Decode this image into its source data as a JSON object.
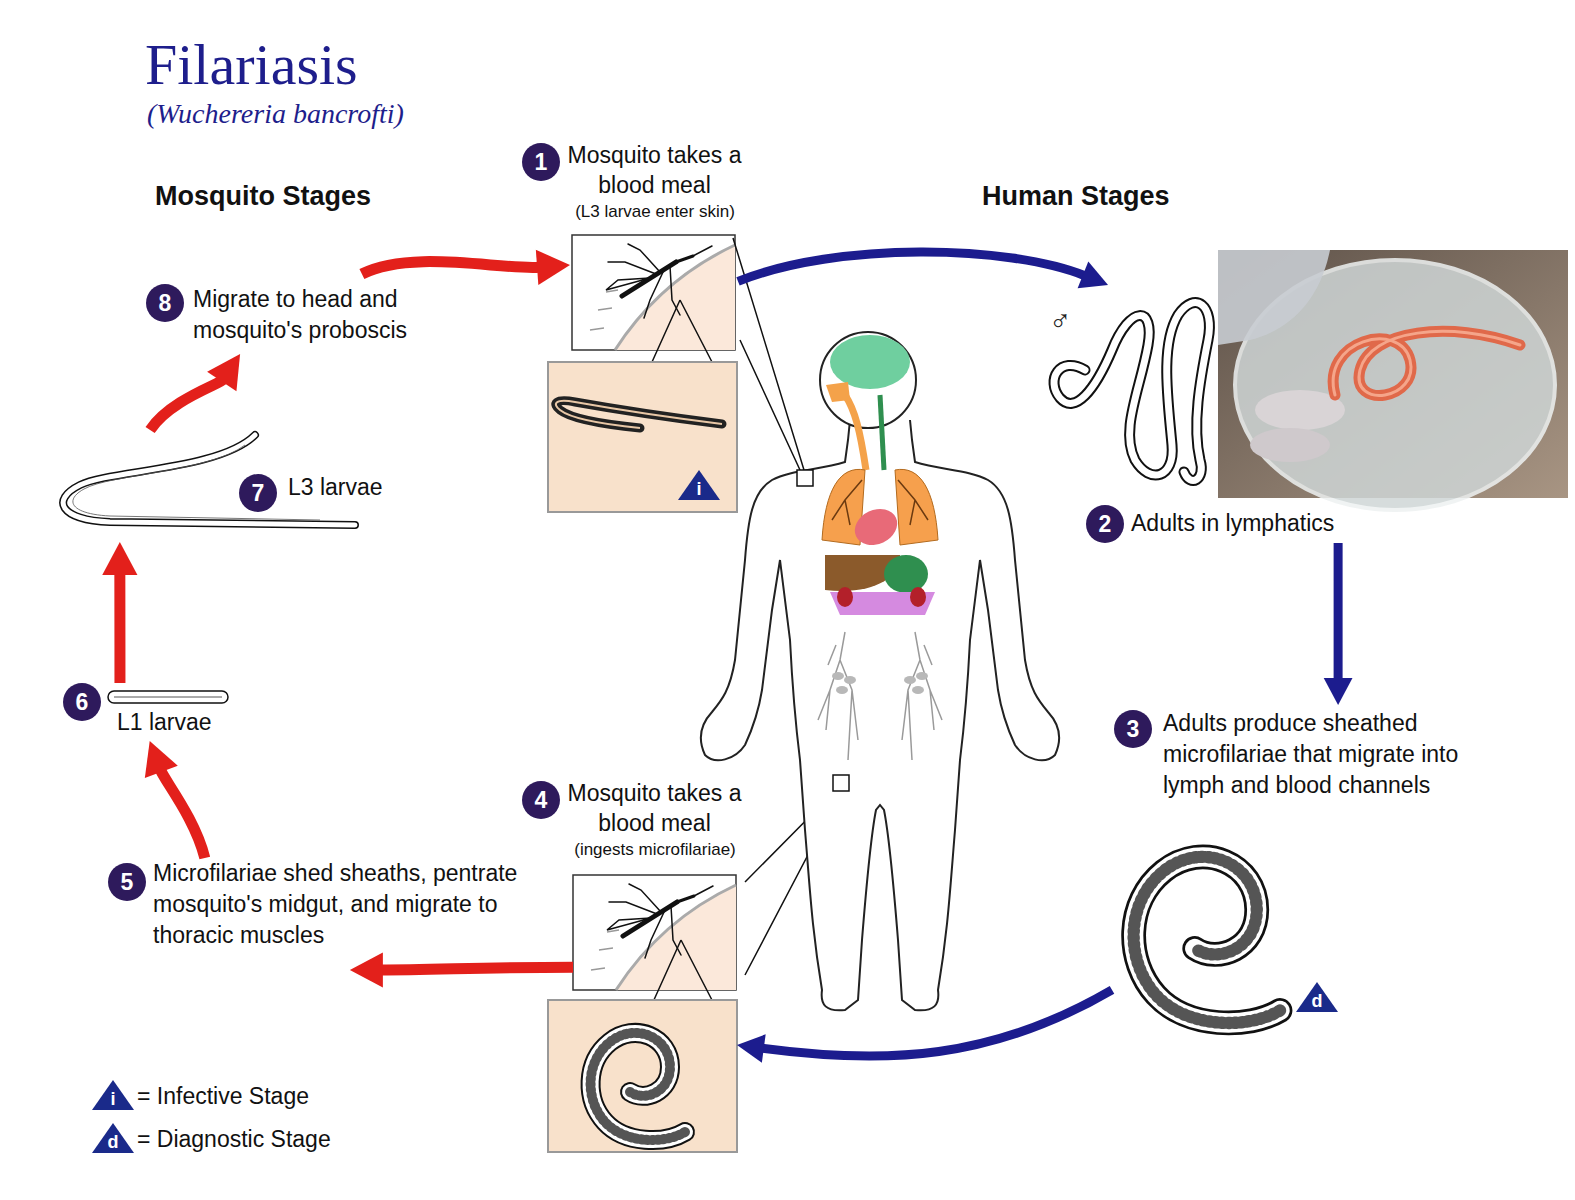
{
  "diagram": {
    "title": "Filariasis",
    "caption": "(Wuchereria bancrofti)",
    "nodes": [
      {
        "text": [
          "1",
          "Mosquito takes a blood meal",
          "(L3 larvae enter skin)"
        ]
      },
      {
        "text": [
          "2",
          "Adults in lymphatics"
        ]
      },
      {
        "text": [
          "3",
          "Adults produce sheathed microfilariae that migrate into lymph and blood channels"
        ]
      },
      {
        "text": [
          "4",
          "Mosquito takes a blood meal",
          "(ingests microfilariae)"
        ]
      },
      {
        "text": [
          "5",
          "Microfilariae shed sheaths, pentrate mosquito's midgut, and migrate to thoracic muscles"
        ]
      },
      {
        "text": [
          "6",
          "L1 larvae"
        ]
      },
      {
        "text": [
          "7",
          "L3 larvae"
        ]
      },
      {
        "text": [
          "8",
          "Migrate to head and mosquito's proboscis"
        ]
      }
    ],
    "edges": [
      {
        "from": 0,
        "to": 1,
        "arrow": "to"
      },
      {
        "from": 1,
        "to": 2,
        "arrow": "to"
      },
      {
        "from": 2,
        "to": 3,
        "arrow": "to"
      },
      {
        "from": 3,
        "to": 4,
        "arrow": "to"
      },
      {
        "from": 4,
        "to": 5,
        "arrow": "to"
      },
      {
        "from": 5,
        "to": 6,
        "arrow": "to"
      },
      {
        "from": 6,
        "to": 7,
        "arrow": "to"
      },
      {
        "from": 7,
        "to": 0,
        "arrow": "to"
      }
    ],
    "labels": [
      "Mosquito Stages",
      "Human Stages",
      "♂",
      "i",
      "d",
      "i",
      "d"
    ],
    "legend": [
      {
        "text": "= Infective Stage"
      },
      {
        "text": "= Diagnostic Stage"
      }
    ]
  }
}
